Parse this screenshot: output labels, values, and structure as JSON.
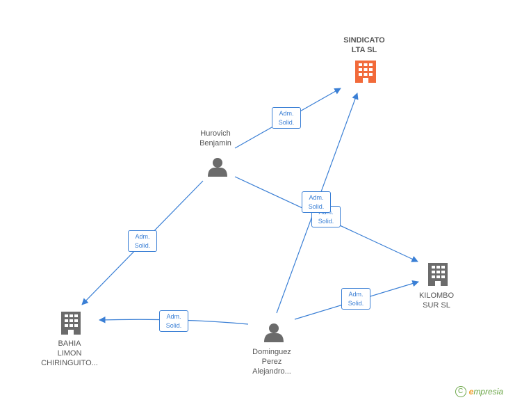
{
  "nodes": {
    "sindicato": {
      "label": "SINDICATO\nLTA  SL",
      "type": "company",
      "color": "#f26a3a"
    },
    "kilombo": {
      "label": "KILOMBO\nSUR  SL",
      "type": "company",
      "color": "#6b6b6b"
    },
    "bahia": {
      "label": "BAHIA\nLIMON\nCHIRINGUITO...",
      "type": "company",
      "color": "#6b6b6b"
    },
    "hurovich": {
      "label": "Hurovich\nBenjamin",
      "type": "person",
      "color": "#6b6b6b"
    },
    "dominguez": {
      "label": "Dominguez\nPerez\nAlejandro...",
      "type": "person",
      "color": "#6b6b6b"
    }
  },
  "edges": [
    {
      "from": "hurovich",
      "to": "sindicato",
      "label": "Adm.\nSolid."
    },
    {
      "from": "hurovich",
      "to": "kilombo",
      "label": "Adm.\nSolid."
    },
    {
      "from": "hurovich",
      "to": "bahia",
      "label": "Adm.\nSolid."
    },
    {
      "from": "dominguez",
      "to": "sindicato",
      "label": "Adm.\nSolid."
    },
    {
      "from": "dominguez",
      "to": "kilombo",
      "label": "Adm.\nSolid."
    },
    {
      "from": "dominguez",
      "to": "bahia",
      "label": "Adm.\nSolid."
    }
  ],
  "edge_color": "#3a7fd5",
  "footer": {
    "copyright_symbol": "C",
    "brand_initial": "e",
    "brand_rest": "mpresia"
  }
}
